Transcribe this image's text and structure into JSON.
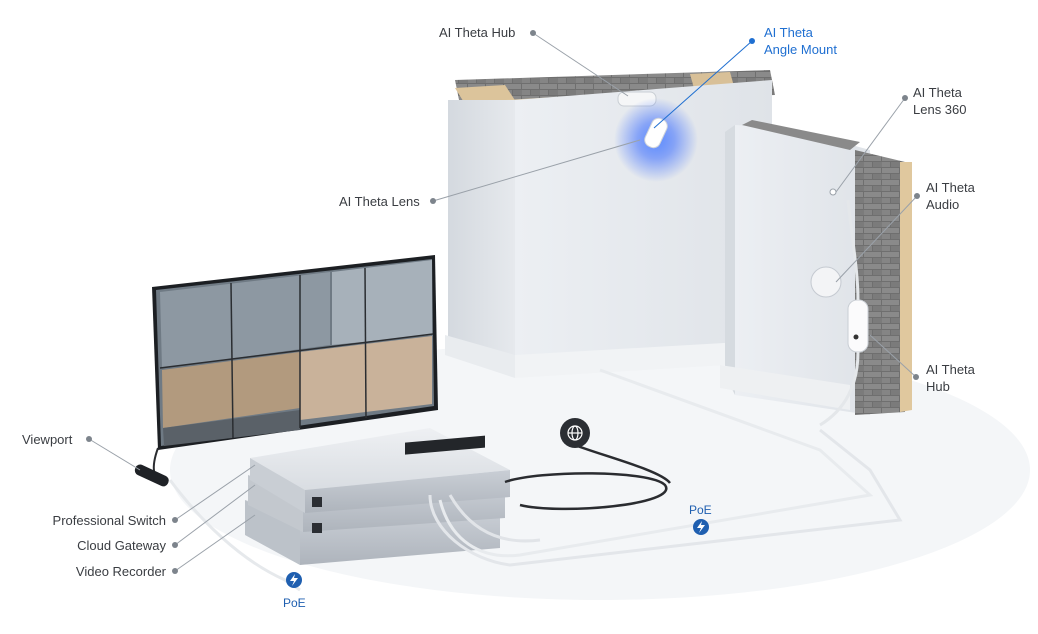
{
  "labels": {
    "hub_top": "AI Theta Hub",
    "angle_mount": "AI Theta\nAngle Mount",
    "lens_360": "AI Theta\nLens 360",
    "audio": "AI Theta\nAudio",
    "lens": "AI Theta Lens",
    "hub_right": "AI Theta\nHub",
    "viewport": "Viewport",
    "pro_switch": "Professional Switch",
    "cloud_gateway": "Cloud Gateway",
    "video_recorder": "Video Recorder"
  },
  "poe": {
    "right": "PoE",
    "left": "PoE"
  },
  "icons": {
    "internet": "globe-icon",
    "power": "lightning-icon"
  },
  "colors": {
    "accent": "#1f6fd1",
    "poe_badge": "#1f5fb0",
    "glow": "#3a7bff"
  }
}
